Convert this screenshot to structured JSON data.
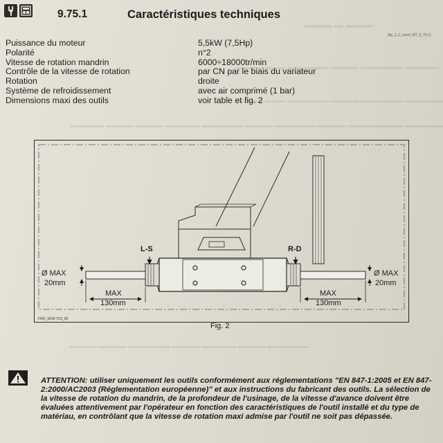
{
  "header": {
    "section_number": "9.75.1",
    "title": "Caractéristiques techniques",
    "ref_code": "(fig_1_C_norm_M7_9_75.1)",
    "icons": [
      "wrench-icon",
      "machine-panel-icon"
    ]
  },
  "specs": [
    {
      "label": "Puissance du moteur",
      "value": "5,5kW (7,5Hp)"
    },
    {
      "label": "Polarité",
      "value": "n°2"
    },
    {
      "label": "Vitesse de rotation mandrin",
      "value": "6000÷18000tr/min"
    },
    {
      "label": "Contrôle de la vitesse de rotation",
      "value": "par CN par le biais du variateur"
    },
    {
      "label": "Rotation",
      "value": "droite"
    },
    {
      "label": "Système de refroidissement",
      "value": "avec air comprimé (1 bar)"
    },
    {
      "label": "Dimensions maxi des outils",
      "value": "voir table et fig. 2"
    }
  ],
  "figure": {
    "left_side_label": "L-S",
    "right_side_label": "R-D",
    "left_diameter_label": "Ø MAX",
    "left_diameter_value": "20mm",
    "right_diameter_label": "Ø MAX",
    "right_diameter_value": "20mm",
    "left_length_label": "MAX",
    "left_length_value": "130mm",
    "right_length_label": "MAX",
    "right_length_value": "130mm",
    "code": "FNO_SCM-TZ3_00",
    "caption": "Fig. 2"
  },
  "warning": {
    "icon": "warning-triangle-icon",
    "text": "ATTENTION: utiliser uniquement les outils conformément aux réglementations \"EN 847-1:2005 et EN 847-2:2000/AC2003 (Réglementation européenne)\" et aux instructions du fabricant des outils. La sélection de la vitesse de rotation du mandrin, de la profondeur de l'usinage, de la vitesse d'avance doivent être évaluées attentivement par l'opérateur en fonction des caractéristiques de l'outil installé et du type de matériau, en contrôlant que la vitesse de rotation maxi admise par l'outil ne soit pas dépassée."
  }
}
